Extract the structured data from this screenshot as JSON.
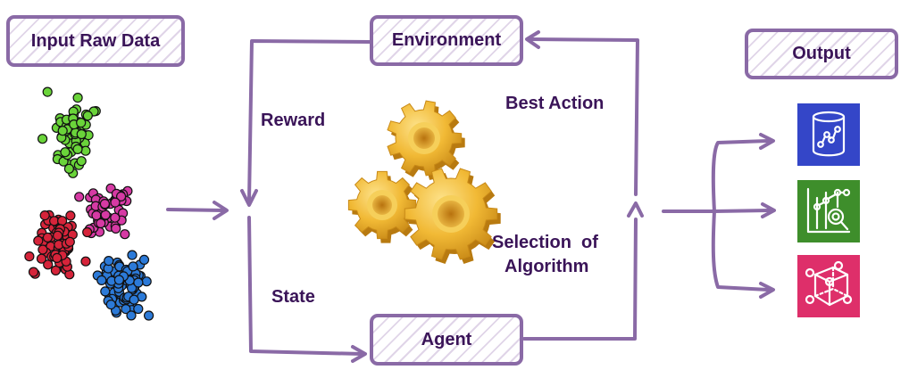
{
  "boxes": {
    "input": "Input Raw Data",
    "environment": "Environment",
    "output": "Output",
    "agent": "Agent"
  },
  "labels": {
    "reward": "Reward",
    "state": "State",
    "best_action": "Best Action",
    "selection_line1": "Selection  of",
    "selection_line2": "Algorithm"
  },
  "icons": [
    {
      "name": "database-chart-icon",
      "color": "#3446c8"
    },
    {
      "name": "analytics-magnifier-icon",
      "color": "#3e8e2b"
    },
    {
      "name": "cube-network-icon",
      "color": "#de2f6a"
    }
  ],
  "colors": {
    "box_border": "#8a6aa6",
    "arrow": "#8a6aa6",
    "text": "#3a1458",
    "cluster_green": "#6ad43a",
    "cluster_magenta": "#d63aa4",
    "cluster_red": "#d6243a",
    "cluster_blue": "#2c7ad8",
    "gear": "#f1b935"
  }
}
